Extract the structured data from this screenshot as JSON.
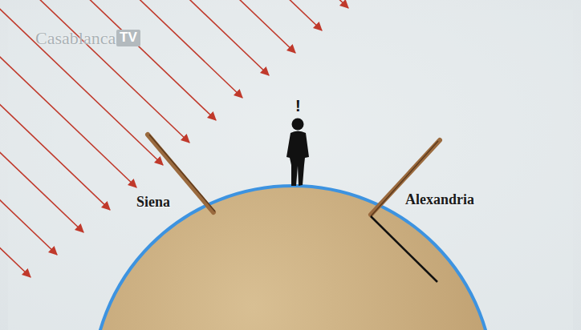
{
  "diagram": {
    "labels": [
      "Casablanca",
      "TV",
      "!",
      "Siena",
      "Alexandria"
    ]
  }
}
